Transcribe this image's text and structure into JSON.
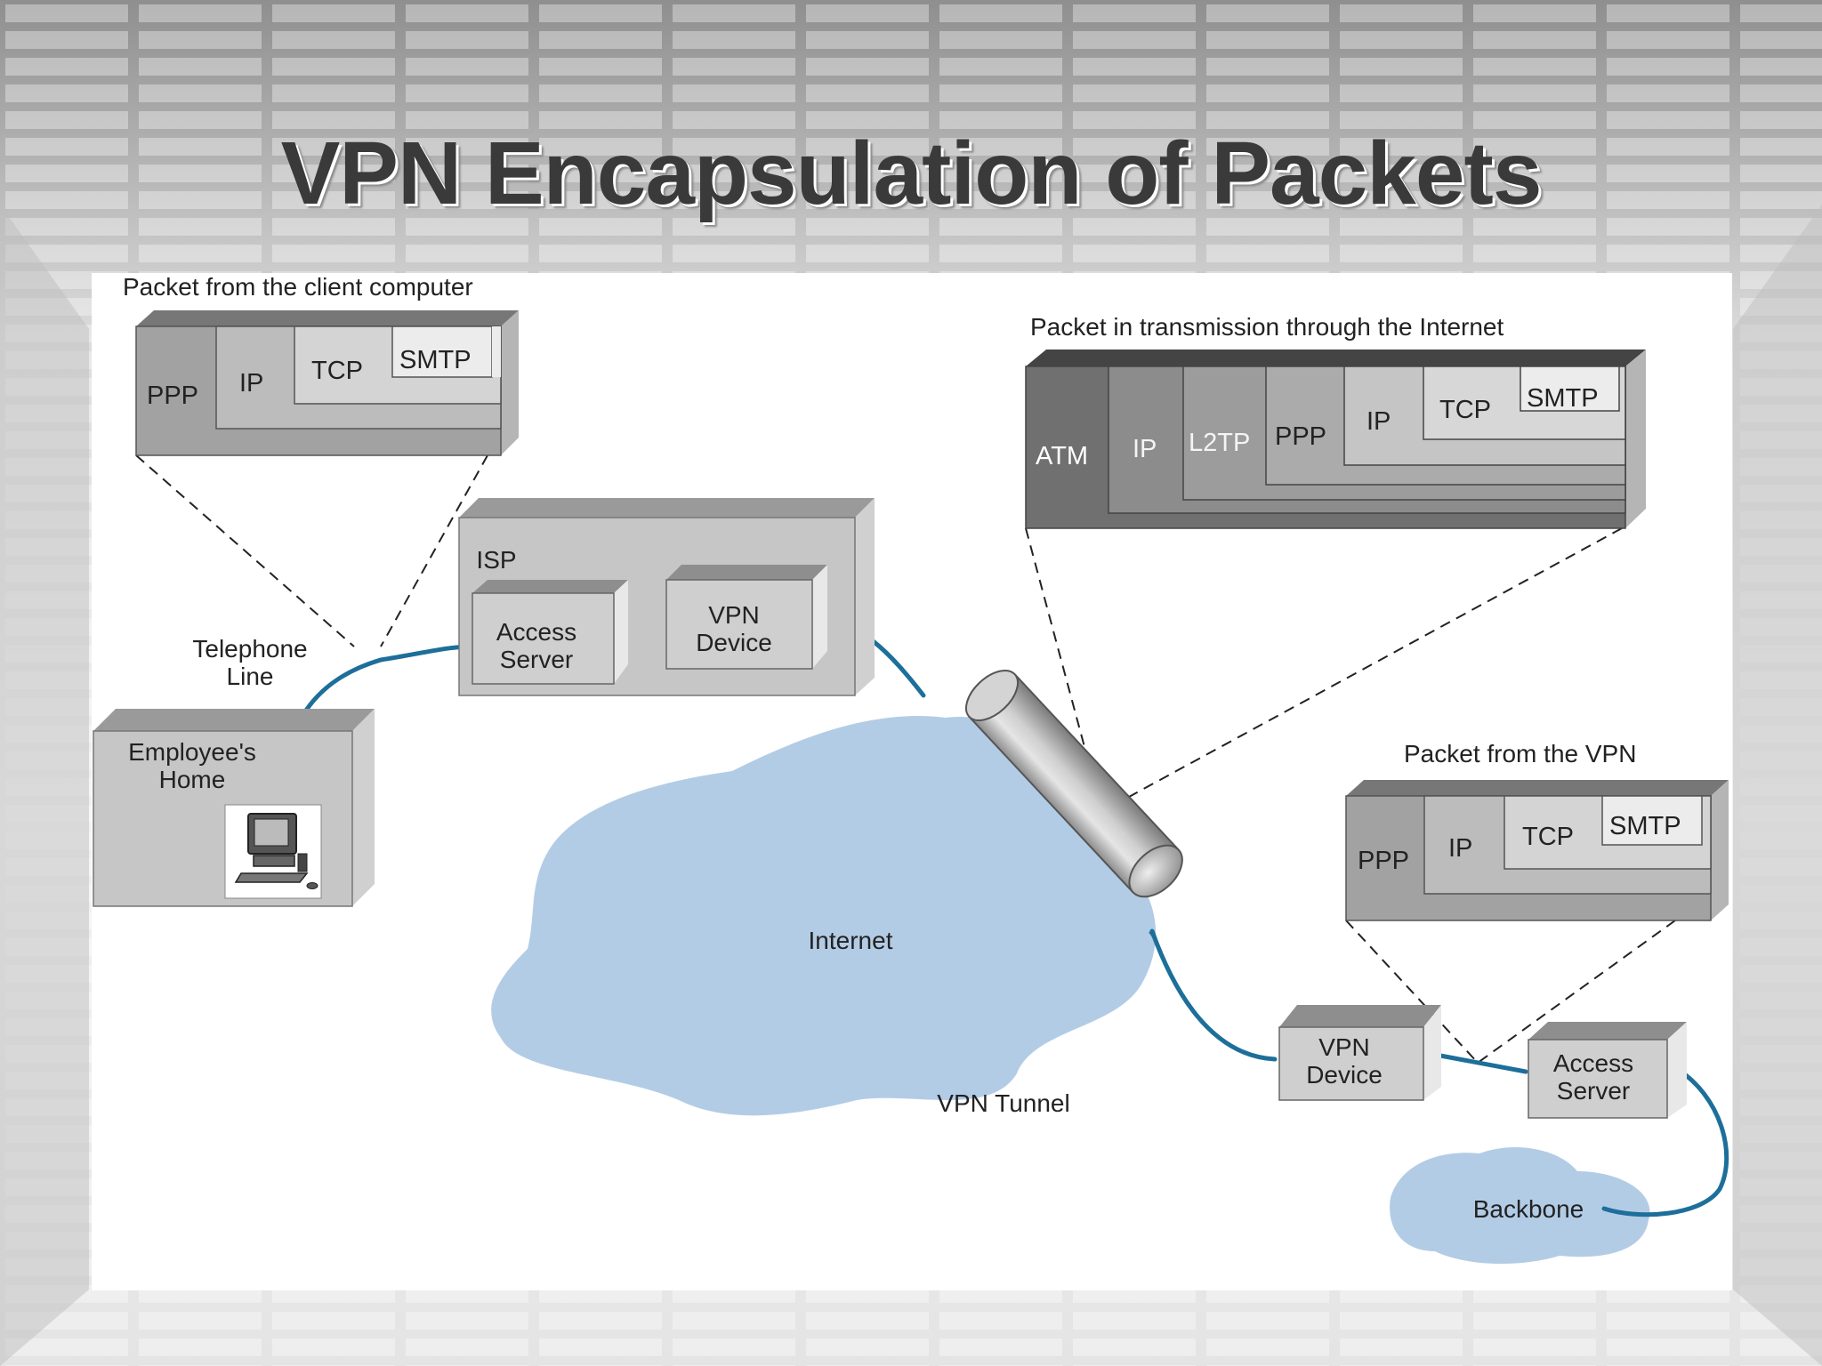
{
  "slide": {
    "title": "VPN Encapsulation of Packets"
  },
  "diagram": {
    "captions": {
      "client_packet": "Packet from the client computer",
      "internet_packet": "Packet in transmission through the Internet",
      "vpn_packet": "Packet from the VPN"
    },
    "client_packet_layers": [
      "PPP",
      "IP",
      "TCP",
      "SMTP"
    ],
    "internet_packet_layers": [
      "ATM",
      "IP",
      "L2TP",
      "PPP",
      "IP",
      "TCP",
      "SMTP"
    ],
    "vpn_packet_layers": [
      "PPP",
      "IP",
      "TCP",
      "SMTP"
    ],
    "nodes": {
      "telephone_line": [
        "Telephone",
        "Line"
      ],
      "employee_home": [
        "Employee's",
        "Home"
      ],
      "isp": "ISP",
      "isp_access_server": [
        "Access",
        "Server"
      ],
      "isp_vpn_device": [
        "VPN",
        "Device"
      ],
      "internet": "Internet",
      "vpn_tunnel": "VPN Tunnel",
      "remote_vpn_device": [
        "VPN",
        "Device"
      ],
      "remote_access_server": [
        "Access",
        "Server"
      ],
      "backbone": "Backbone"
    },
    "colors": {
      "link": "#1d6f9a",
      "cloud": "#b3cce6",
      "box": "#c9c9c9"
    }
  }
}
